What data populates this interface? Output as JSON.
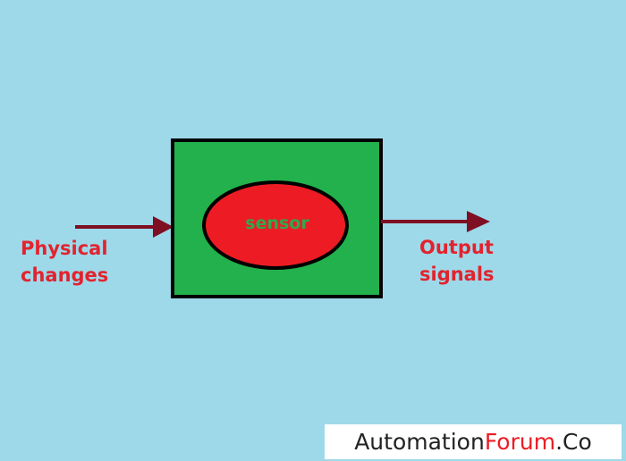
{
  "diagram": {
    "center_label": "sensor",
    "input_label_lines": [
      "Physical",
      "changes"
    ],
    "output_label_lines": [
      "Output",
      "signals"
    ]
  },
  "watermark": {
    "part1": "Automation",
    "part2": "Forum",
    "part3": ".Co"
  },
  "colors": {
    "background": "#9ed9ea",
    "box_fill": "#22b14c",
    "box_border": "#000000",
    "ellipse_fill": "#ed1c24",
    "center_text": "#2fa84f",
    "label_text": "#e2232e",
    "arrow": "#7f0f22",
    "watermark_bg": "#ffffff",
    "watermark_dark": "#222222",
    "watermark_accent": "#ed1c24"
  }
}
